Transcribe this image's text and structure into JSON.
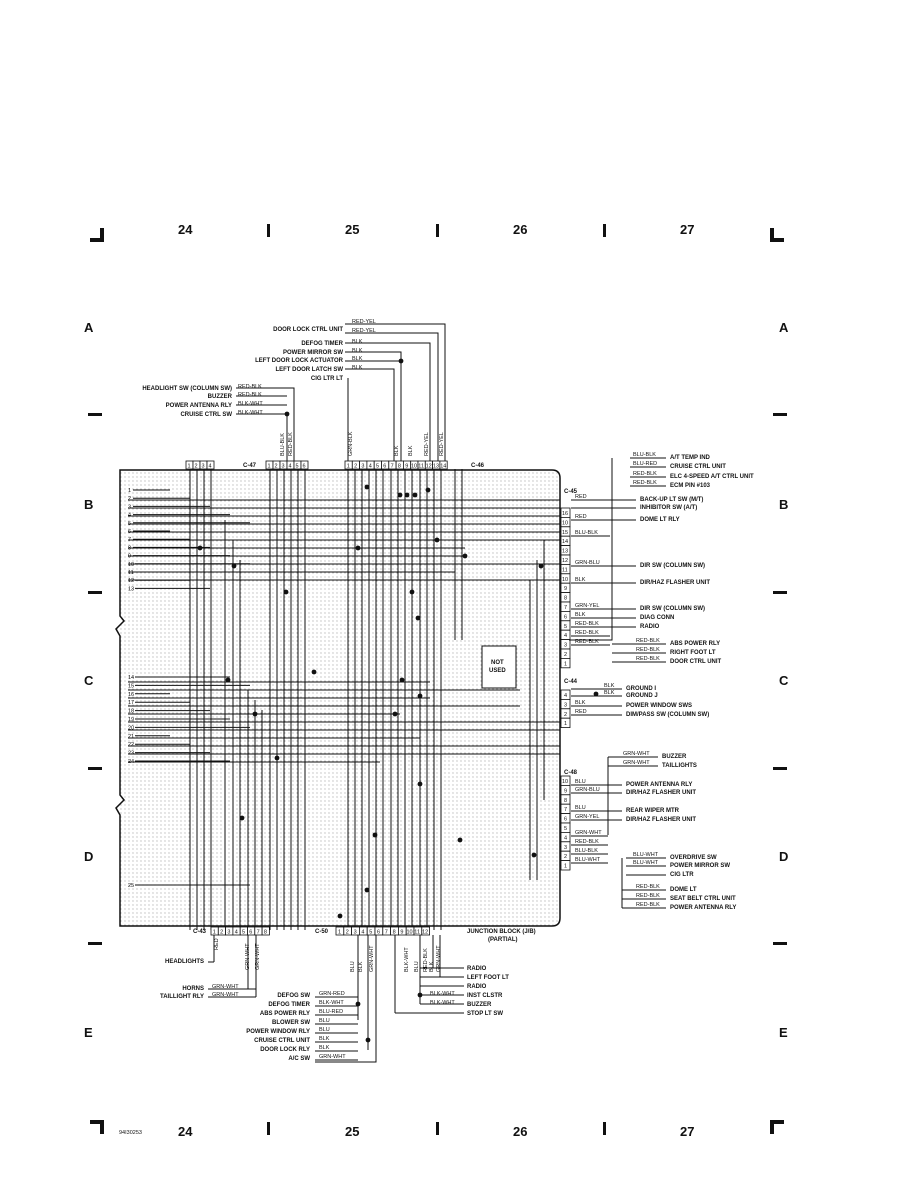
{
  "grid": {
    "columns": [
      "24",
      "25",
      "26",
      "27"
    ],
    "rows": [
      "A",
      "B",
      "C",
      "D",
      "E"
    ]
  },
  "figure_id": "94I30253",
  "junction_block": {
    "title_line1": "JUNCTION BLOCK (J/B)",
    "title_line2": "(PARTIAL)",
    "not_used": [
      "NOT",
      "USED"
    ]
  },
  "connectors": {
    "c47": "C-47",
    "c46": "C-46",
    "c45": "C-45",
    "c44": "C-44",
    "c48": "C-48",
    "c43": "C-43",
    "c50": "C-50"
  },
  "top_left_labels": [
    {
      "label": "DOOR LOCK CTRL UNIT",
      "wires": [
        "RED-YEL",
        "RED-YEL"
      ]
    },
    {
      "label": "DEFOG TIMER",
      "wires": [
        "BLK"
      ]
    },
    {
      "label": "POWER MIRROR SW",
      "wires": [
        "BLK"
      ]
    },
    {
      "label": "LEFT DOOR LOCK ACTUATOR",
      "wires": [
        "BLK"
      ]
    },
    {
      "label": "LEFT DOOR LATCH SW",
      "wires": [
        "BLK"
      ]
    },
    {
      "label": "CIG LTR LT",
      "wires": []
    }
  ],
  "top_left2_labels": [
    {
      "label": "HEADLIGHT SW (COLUMN SW)",
      "wire": "RED-BLK"
    },
    {
      "label": "BUZZER",
      "wire": "RED-BLK"
    },
    {
      "label": "POWER ANTENNA RLY",
      "wire": "BLK-WHT"
    },
    {
      "label": "CRUISE CTRL SW",
      "wire": "BLK-WHT"
    }
  ],
  "c47_vertical_wires": [
    "BLU-BLK",
    "RED-BLK"
  ],
  "c46_vertical_wires": [
    "GRN-BLK",
    "BLK",
    "BLK",
    "RED-YEL",
    "RED-YEL"
  ],
  "right_top_labels": [
    {
      "label": "A/T TEMP IND",
      "wire": "BLU-BLK"
    },
    {
      "label": "CRUISE CTRL UNIT",
      "wire": "BLU-RED"
    },
    {
      "label": "ELC 4-SPEED A/T CTRL UNIT",
      "wire": "RED-BLK"
    },
    {
      "label": "ECM PIN #103",
      "wire": "RED-BLK"
    }
  ],
  "c45_labels": [
    {
      "label": "BACK-UP LT SW (M/T)",
      "wire": "RED"
    },
    {
      "label": "INHIBITOR SW (A/T)",
      "wire": ""
    },
    {
      "label": "DOME LT RLY",
      "wire": "RED"
    },
    {
      "label": "",
      "wire": "BLU-BLK"
    },
    {
      "label": "DIR SW (COLUMN SW)",
      "wire": "GRN-BLU"
    },
    {
      "label": "DIR/HAZ FLASHER UNIT",
      "wire": "BLK"
    },
    {
      "label": "DIR SW (COLUMN SW)",
      "wire": "GRN-YEL"
    },
    {
      "label": "DIAG CONN",
      "wire": "BLK"
    },
    {
      "label": "RADIO",
      "wire": "RED-BLK"
    },
    {
      "label": "",
      "wire": "RED-BLK"
    },
    {
      "label": "",
      "wire": "RED-BLK"
    }
  ],
  "c45_pins": [
    "16",
    "10",
    "15",
    "14",
    "13",
    "12",
    "11",
    "10",
    "9",
    "8",
    "7",
    "6",
    "5",
    "4",
    "3",
    "2",
    "1"
  ],
  "c45_right_group": [
    {
      "label": "ABS POWER RLY",
      "wire": "RED-BLK"
    },
    {
      "label": "RIGHT FOOT LT",
      "wire": "RED-BLK"
    },
    {
      "label": "DOOR CTRL UNIT",
      "wire": "RED-BLK"
    }
  ],
  "c44_labels": [
    {
      "label": "GROUND I",
      "wire": "BLK"
    },
    {
      "label": "GROUND J",
      "wire": "BLK"
    },
    {
      "label": "POWER WINDOW SWS",
      "wire": "BLK"
    },
    {
      "label": "DIM/PASS SW (COLUMN SW)",
      "wire": "RED"
    }
  ],
  "c44_pins": [
    "4",
    "3",
    "2",
    "1"
  ],
  "c48_top": [
    {
      "label": "BUZZER",
      "wire": "GRN-WHT"
    },
    {
      "label": "TAILLIGHTS",
      "wire": "GRN-WHT"
    }
  ],
  "c48_labels": [
    {
      "label": "POWER ANTENNA RLY",
      "wire": "BLU"
    },
    {
      "label": "DIR/HAZ FLASHER UNIT",
      "wire": "GRN-BLU"
    },
    {
      "label": "REAR WIPER MTR",
      "wire": "BLU"
    },
    {
      "label": "DIR/HAZ FLASHER UNIT",
      "wire": "GRN-YEL"
    },
    {
      "label": "",
      "wire": "GRN-WHT"
    },
    {
      "label": "",
      "wire": "RED-BLK"
    },
    {
      "label": "",
      "wire": "BLU-BLK"
    },
    {
      "label": "",
      "wire": "BLU-WHT"
    }
  ],
  "c48_pins": [
    "10",
    "9",
    "8",
    "7",
    "6",
    "5",
    "4",
    "3",
    "2",
    "1"
  ],
  "c48_right_a": [
    {
      "label": "OVERDRIVE SW",
      "wire": "BLU-WHT"
    },
    {
      "label": "POWER MIRROR SW",
      "wire": "BLU-WHT"
    },
    {
      "label": "CIG LTR",
      "wire": ""
    }
  ],
  "c48_right_b": [
    {
      "label": "DOME LT",
      "wire": "RED-BLK"
    },
    {
      "label": "SEAT BELT CTRL UNIT",
      "wire": "RED-BLK"
    },
    {
      "label": "POWER ANTENNA RLY",
      "wire": "RED-BLK"
    }
  ],
  "left_pins": [
    "1",
    "2",
    "3",
    "4",
    "5",
    "6",
    "7",
    "8",
    "9",
    "10",
    "11",
    "12",
    "13",
    "14",
    "15",
    "16",
    "17",
    "18",
    "19",
    "20",
    "21",
    "22",
    "23",
    "24",
    "25"
  ],
  "c47_pins": [
    "1",
    "2",
    "3",
    "4",
    "1",
    "2",
    "3",
    "4",
    "5",
    "6"
  ],
  "c46_pins": [
    "1",
    "2",
    "3",
    "4",
    "5",
    "6",
    "7",
    "8",
    "9",
    "10",
    "11",
    "12",
    "13",
    "14"
  ],
  "c43_pins": [
    "1",
    "2",
    "3",
    "4",
    "5",
    "6",
    "7",
    "8"
  ],
  "c50_pins": [
    "1",
    "2",
    "3",
    "4",
    "5",
    "6",
    "7",
    "8",
    "9",
    "10",
    "11",
    "12"
  ],
  "bottom_left_labels": [
    {
      "label": "HEADLIGHTS",
      "wire": "RED"
    },
    {
      "label": "HORNS",
      "wire": "GRN-WHT"
    },
    {
      "label": "TAILLIGHT RLY",
      "wire": "GRN-WHT"
    }
  ],
  "c43_vertical_wires": [
    "RED",
    "GRN-WHT",
    "GRN-WHT"
  ],
  "c50_vertical_wires": [
    "BLU",
    "BLK",
    "GRN-WHT",
    "BLK-WHT",
    "BLU",
    "RED-BLK",
    "BLK",
    "GRN-WHT"
  ],
  "bottom_center_labels": [
    {
      "label": "DEFOG SW",
      "wire": "GRN-RED"
    },
    {
      "label": "DEFOG TIMER",
      "wire": "BLK-WHT"
    },
    {
      "label": "ABS POWER RLY",
      "wire": "BLU-RED"
    },
    {
      "label": "BLOWER SW",
      "wire": "BLU"
    },
    {
      "label": "POWER WINDOW RLY",
      "wire": "BLU"
    },
    {
      "label": "CRUISE CTRL UNIT",
      "wire": "BLK"
    },
    {
      "label": "DOOR LOCK RLY",
      "wire": "BLK"
    },
    {
      "label": "A/C SW",
      "wire": "GRN-WHT"
    }
  ],
  "bottom_right_labels": [
    {
      "label": "RADIO",
      "wire": ""
    },
    {
      "label": "LEFT FOOT LT",
      "wire": ""
    },
    {
      "label": "RADIO",
      "wire": ""
    },
    {
      "label": "INST CLSTR",
      "wire": "BLK-WHT"
    },
    {
      "label": "BUZZER",
      "wire": "BLK-WHT"
    },
    {
      "label": "STOP LT SW",
      "wire": ""
    }
  ]
}
